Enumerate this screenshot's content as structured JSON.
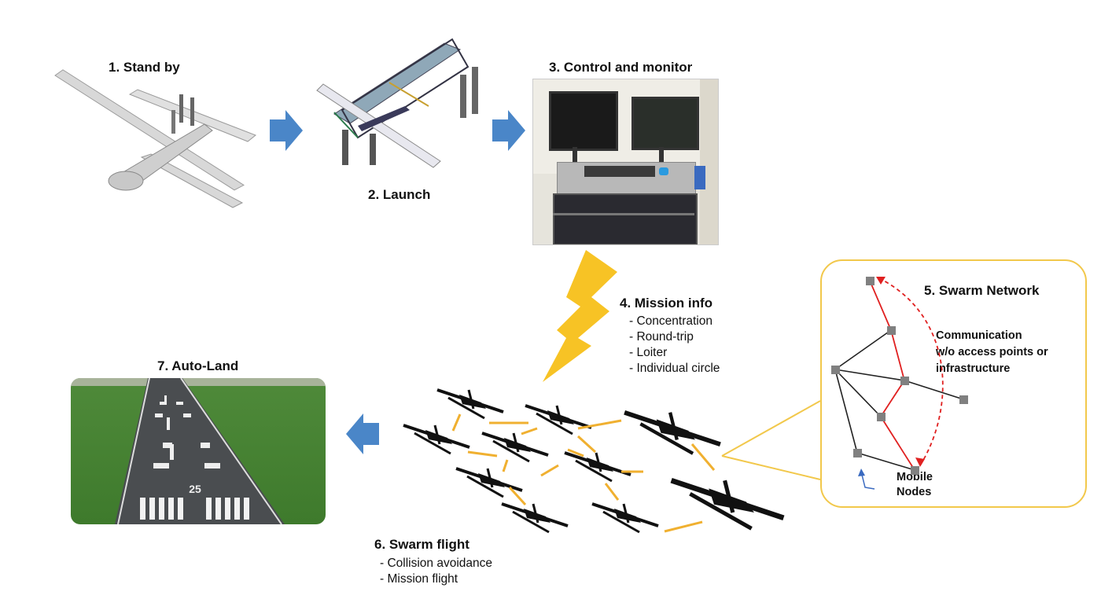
{
  "steps": {
    "stand_by": "1. Stand by",
    "launch": "2. Launch",
    "control": "3. Control and monitor",
    "mission_title": "4. Mission info",
    "mission_items": [
      "- Concentration",
      "- Round-trip",
      "- Loiter",
      "- Individual circle"
    ],
    "swarm_network": "5. Swarm Network",
    "swarm_flight_title": "6. Swarm flight",
    "swarm_flight_items": [
      "- Collision avoidance",
      "- Mission flight"
    ],
    "auto_land": "7. Auto-Land"
  },
  "network": {
    "comm_lines": [
      "Communication",
      "w/o access points or",
      "infrastructure"
    ],
    "mobile_nodes": [
      "Mobile",
      "Nodes"
    ]
  },
  "runway": {
    "marking": "25"
  },
  "colors": {
    "flow_arrow": "#4a86c8",
    "lightning": "#f7c325",
    "swarm_arrow": "#f0b030",
    "network_frame": "#f2c84b",
    "red_route": "#e02020",
    "node": "#808080"
  }
}
